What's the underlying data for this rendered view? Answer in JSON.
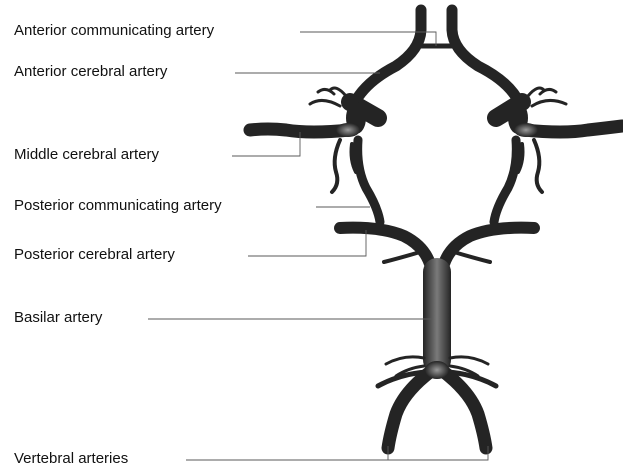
{
  "labels": {
    "anterior_communicating": "Anterior communicating artery",
    "anterior_cerebral": "Anterior cerebral artery",
    "middle_cerebral": "Middle cerebral artery",
    "posterior_communicating": "Posterior communicating artery",
    "posterior_cerebral": "Posterior cerebral artery",
    "basilar": "Basilar artery",
    "vertebral": "Vertebral arteries"
  },
  "colors": {
    "vessel": "#242424",
    "highlight": "#8a8a8a",
    "text": "#111111",
    "leader": "#5a5a5a"
  }
}
